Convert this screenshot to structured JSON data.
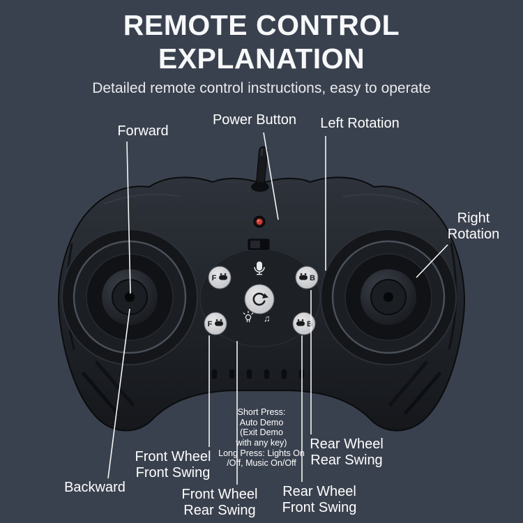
{
  "background_color": "#3a414e",
  "header": {
    "title": "REMOTE CONTROL\nEXPLANATION",
    "subtitle": "Detailed remote control instructions, easy to operate"
  },
  "callouts": {
    "forward": "Forward",
    "power_button": "Power Button",
    "left_rotation": "Left Rotation",
    "right_rotation": "Right\nRotation",
    "backward": "Backward",
    "front_wheel_front_swing": "Front Wheel\nFront Swing",
    "front_wheel_rear_swing": "Front Wheel\nRear Swing",
    "rear_wheel_front_swing": "Rear Wheel\nFront Swing",
    "rear_wheel_rear_swing": "Rear Wheel\nRear Swing"
  },
  "center_note": "Short Press:\nAuto Demo\n(Exit Demo\nwith any key)\nLong Press: Lights On\n/Off, Music On/Off",
  "controller": {
    "buttons": {
      "top_left_letter": "F",
      "top_right_letter": "B",
      "bottom_left_letter": "F",
      "bottom_right_letter": "B"
    },
    "icons": {
      "microphone": "mic-shape",
      "auto_demo": "rotate-arrow-shape",
      "lights": "bulb-shape",
      "music_note": "♫"
    },
    "led_color": "#d23a32"
  }
}
